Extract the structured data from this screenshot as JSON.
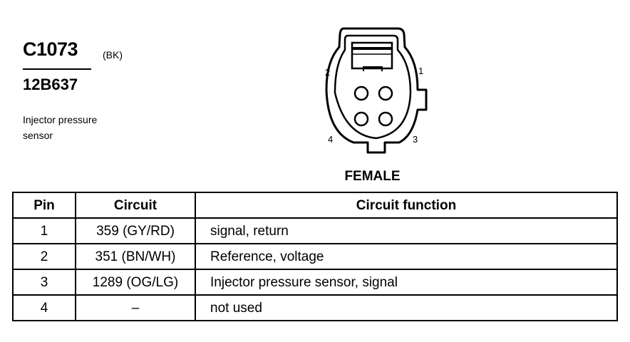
{
  "connector": {
    "id": "C1073",
    "color": "(BK)",
    "part_number": "12B637",
    "description": "Injector pressure sensor"
  },
  "diagram": {
    "pin_labels": [
      "1",
      "2",
      "3",
      "4"
    ],
    "gender": "FEMALE"
  },
  "table": {
    "headers": [
      "Pin",
      "Circuit",
      "Circuit function"
    ],
    "rows": [
      {
        "pin": "1",
        "circuit": "359 (GY/RD)",
        "function": "signal, return"
      },
      {
        "pin": "2",
        "circuit": "351 (BN/WH)",
        "function": "Reference, voltage"
      },
      {
        "pin": "3",
        "circuit": "1289 (OG/LG)",
        "function": "Injector pressure sensor, signal"
      },
      {
        "pin": "4",
        "circuit": "–",
        "function": "not used"
      }
    ]
  }
}
